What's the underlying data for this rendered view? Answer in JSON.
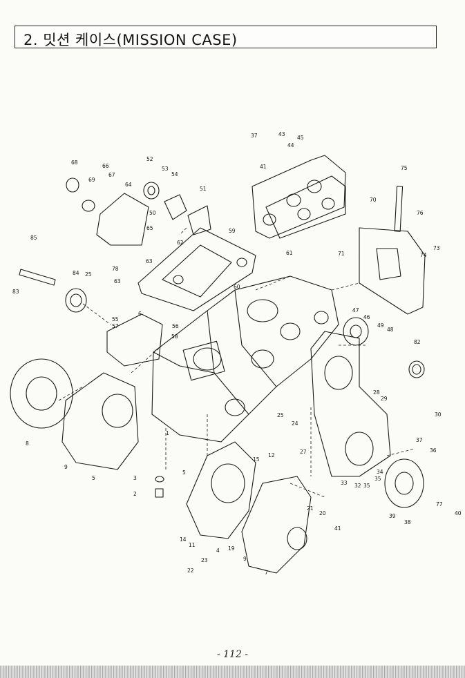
{
  "header": {
    "title": "2. 밋션 케이스(MISSION CASE)"
  },
  "callouts": [
    "1",
    "2",
    "3",
    "4",
    "5",
    "5",
    "6",
    "7",
    "8",
    "9",
    "9",
    "11",
    "12",
    "14",
    "15",
    "19",
    "20",
    "21",
    "22",
    "23",
    "24",
    "25",
    "25",
    "27",
    "28",
    "29",
    "30",
    "32",
    "33",
    "34",
    "35",
    "35",
    "36",
    "37",
    "37",
    "38",
    "39",
    "40",
    "41",
    "41",
    "43",
    "44",
    "45",
    "46",
    "47",
    "48",
    "49",
    "50",
    "51",
    "52",
    "53",
    "54",
    "55",
    "56",
    "57",
    "58",
    "59",
    "60",
    "61",
    "62",
    "63",
    "63",
    "64",
    "65",
    "66",
    "67",
    "68",
    "69",
    "70",
    "71",
    "73",
    "74",
    "75",
    "76",
    "77",
    "78",
    "82",
    "83",
    "84",
    "85"
  ],
  "footer": {
    "page_number": "- 112 -"
  }
}
